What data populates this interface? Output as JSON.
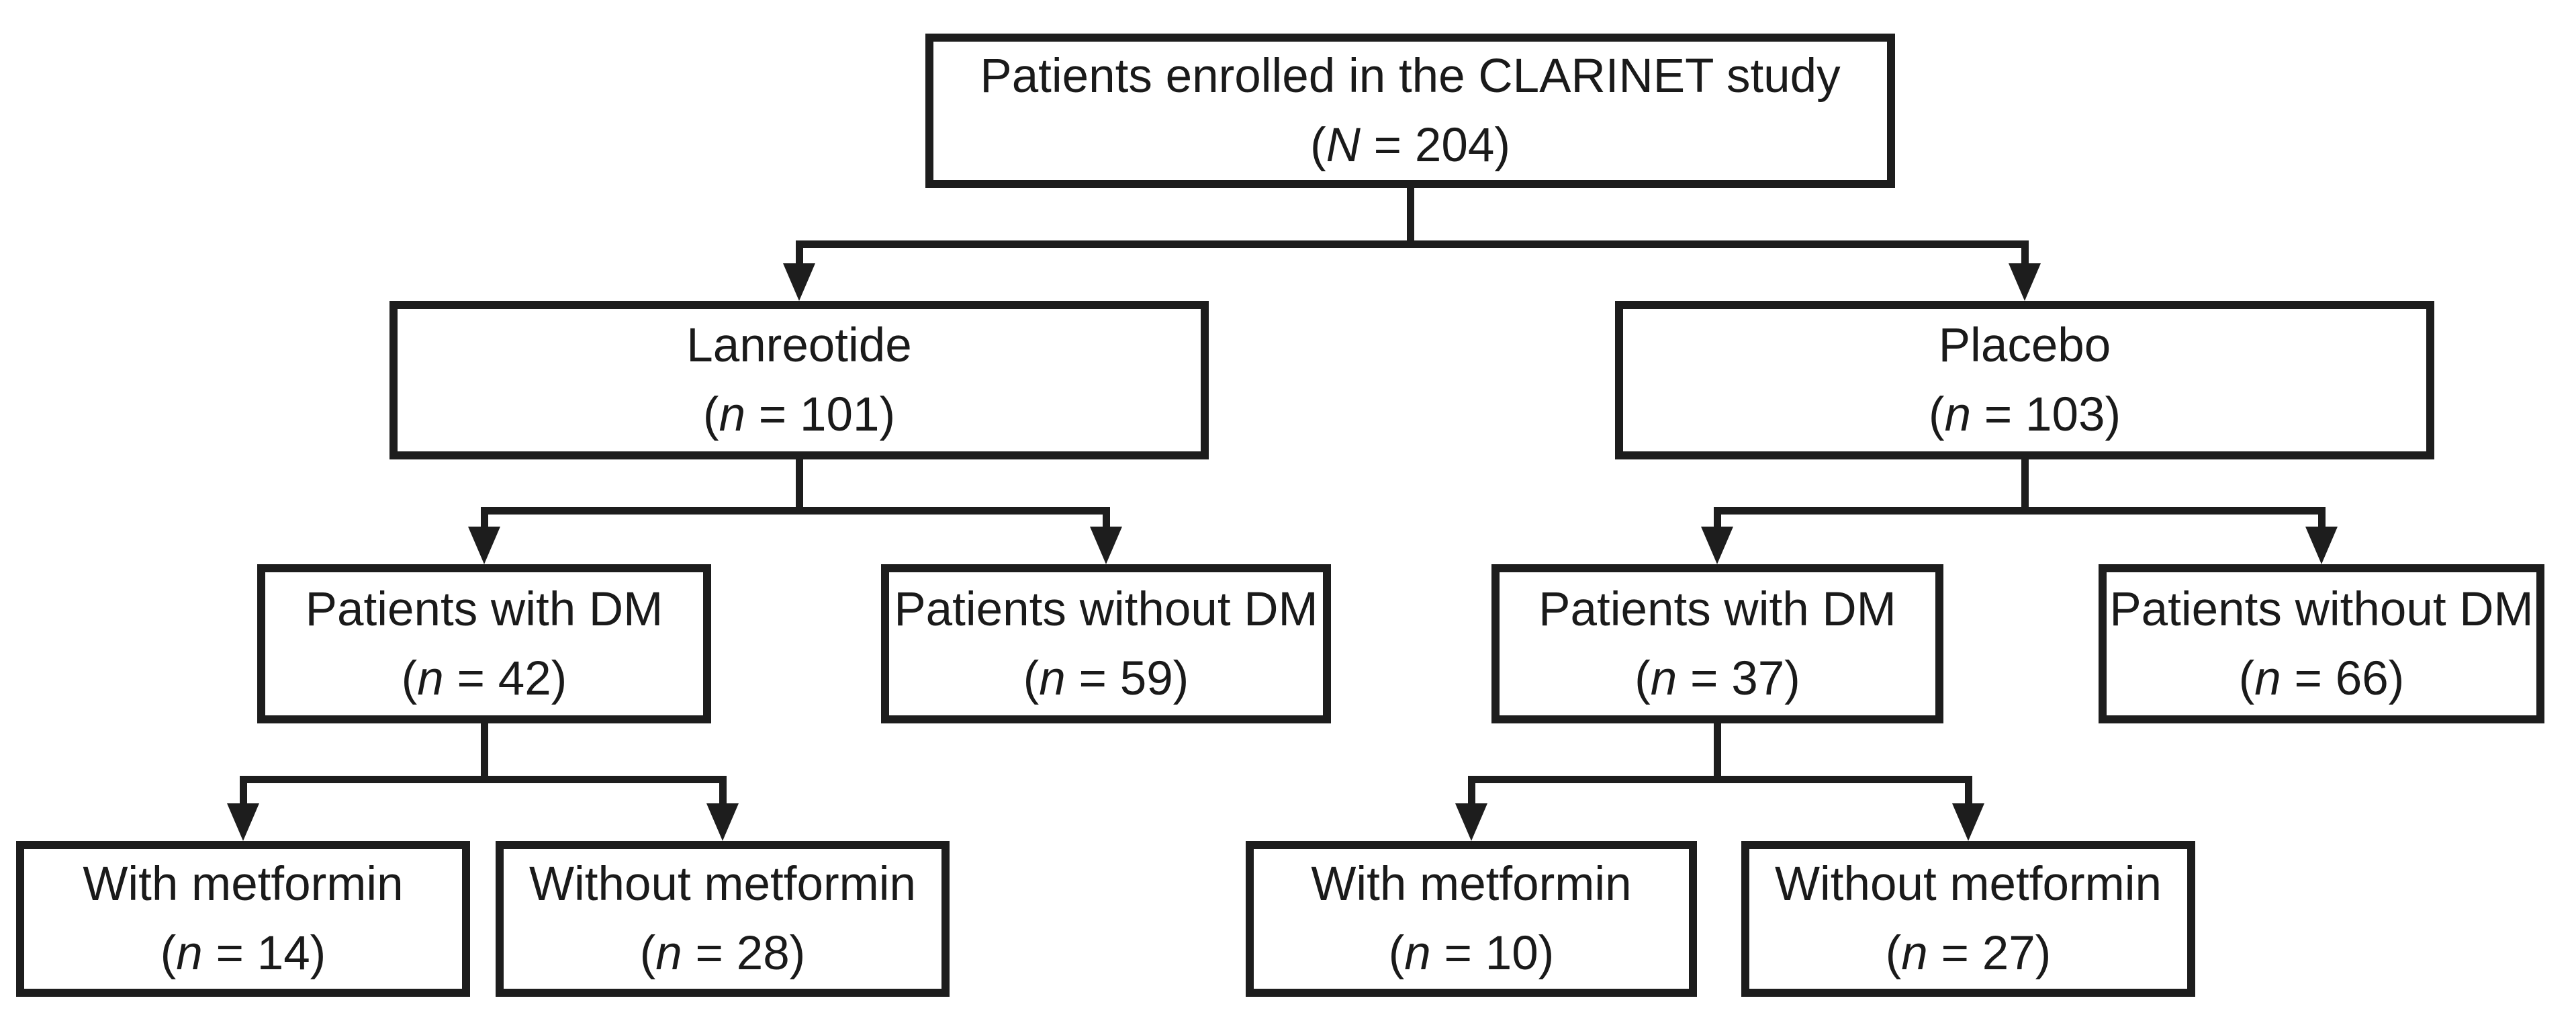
{
  "diagram": {
    "kind": "patient-flow-chart",
    "colors": {
      "line": "#1d1d1d",
      "box_background": "#ffffff",
      "text": "#1a1a1a"
    },
    "nodes": {
      "enrolled": {
        "label": "Patients enrolled in the CLARINET study",
        "count_open": "(",
        "count_symbol": "N",
        "count_rest": " = 204)"
      },
      "lanreotide": {
        "label": "Lanreotide",
        "count_open": "(",
        "count_symbol": "n",
        "count_rest": " = 101)"
      },
      "placebo": {
        "label": "Placebo",
        "count_open": "(",
        "count_symbol": "n",
        "count_rest": " = 103)"
      },
      "lan_with_dm": {
        "label": "Patients with DM",
        "count_open": "(",
        "count_symbol": "n",
        "count_rest": " = 42)"
      },
      "lan_without_dm": {
        "label": "Patients without DM",
        "count_open": "(",
        "count_symbol": "n",
        "count_rest": " = 59)"
      },
      "pla_with_dm": {
        "label": "Patients with DM",
        "count_open": "(",
        "count_symbol": "n",
        "count_rest": " = 37)"
      },
      "pla_without_dm": {
        "label": "Patients without DM",
        "count_open": "(",
        "count_symbol": "n",
        "count_rest": " = 66)"
      },
      "lan_with_metformin": {
        "label": "With metformin",
        "count_open": "(",
        "count_symbol": "n",
        "count_rest": " = 14)"
      },
      "lan_without_metformin": {
        "label": "Without metformin",
        "count_open": "(",
        "count_symbol": "n",
        "count_rest": " = 28)"
      },
      "pla_with_metformin": {
        "label": "With metformin",
        "count_open": "(",
        "count_symbol": "n",
        "count_rest": " = 10)"
      },
      "pla_without_metformin": {
        "label": "Without metformin",
        "count_open": "(",
        "count_symbol": "n",
        "count_rest": " = 27)"
      }
    }
  }
}
